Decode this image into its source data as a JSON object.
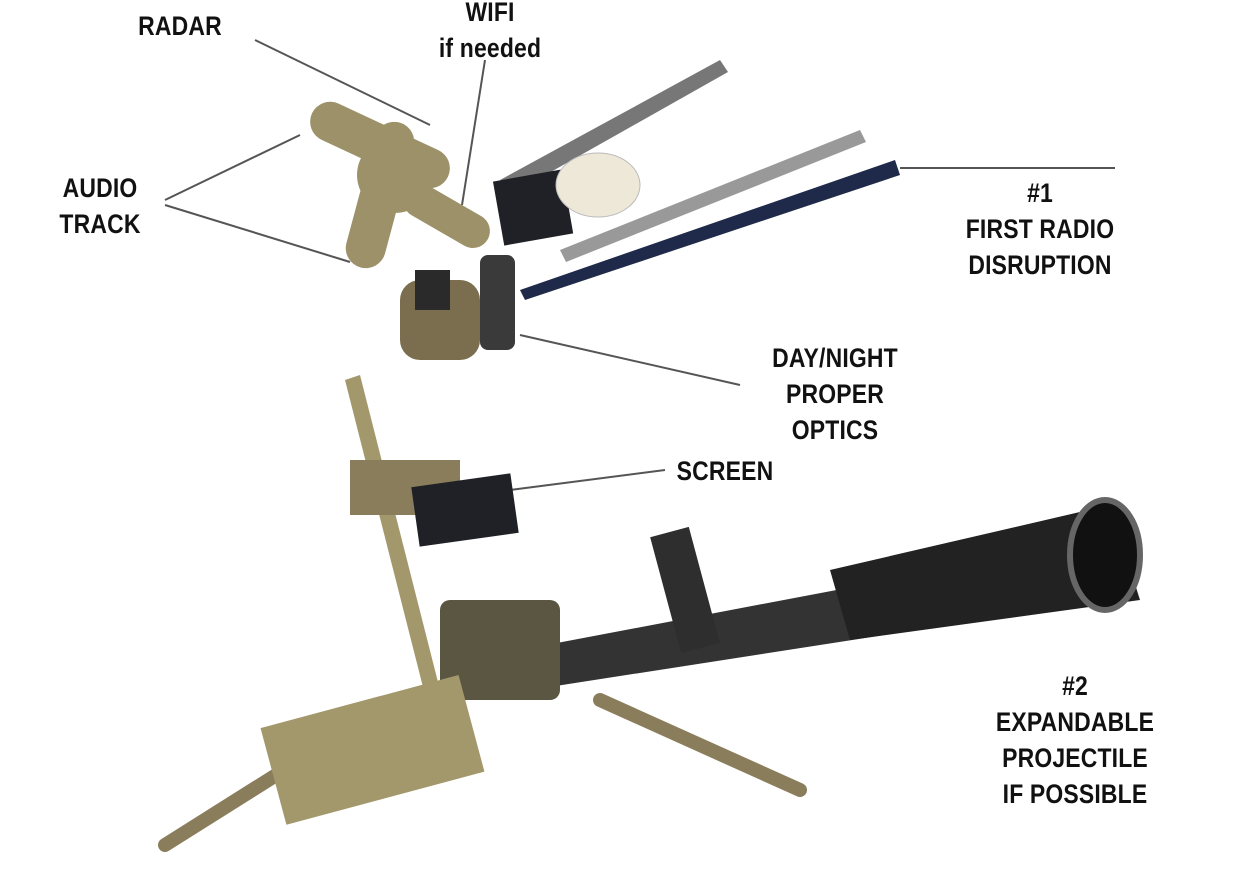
{
  "labels": {
    "radar": "RADAR",
    "wifi": {
      "line1": "WIFI",
      "line2": "if needed"
    },
    "audio": {
      "line1": "AUDIO",
      "line2": "TRACK"
    },
    "radio": {
      "line1": "#1",
      "line2": "FIRST RADIO",
      "line3": "DISRUPTION"
    },
    "optics": {
      "line1": "DAY/NIGHT",
      "line2": "PROPER",
      "line3": "OPTICS"
    },
    "screen": "SCREEN",
    "projectile": {
      "line1": "#2",
      "line2": "EXPANDABLE",
      "line3": "PROJECTILE",
      "line4": "IF POSSIBLE"
    }
  },
  "colors": {
    "tan": "#9c9169",
    "dark": "#1f2126",
    "metal": "#5a5a5a",
    "line": "#555555"
  }
}
